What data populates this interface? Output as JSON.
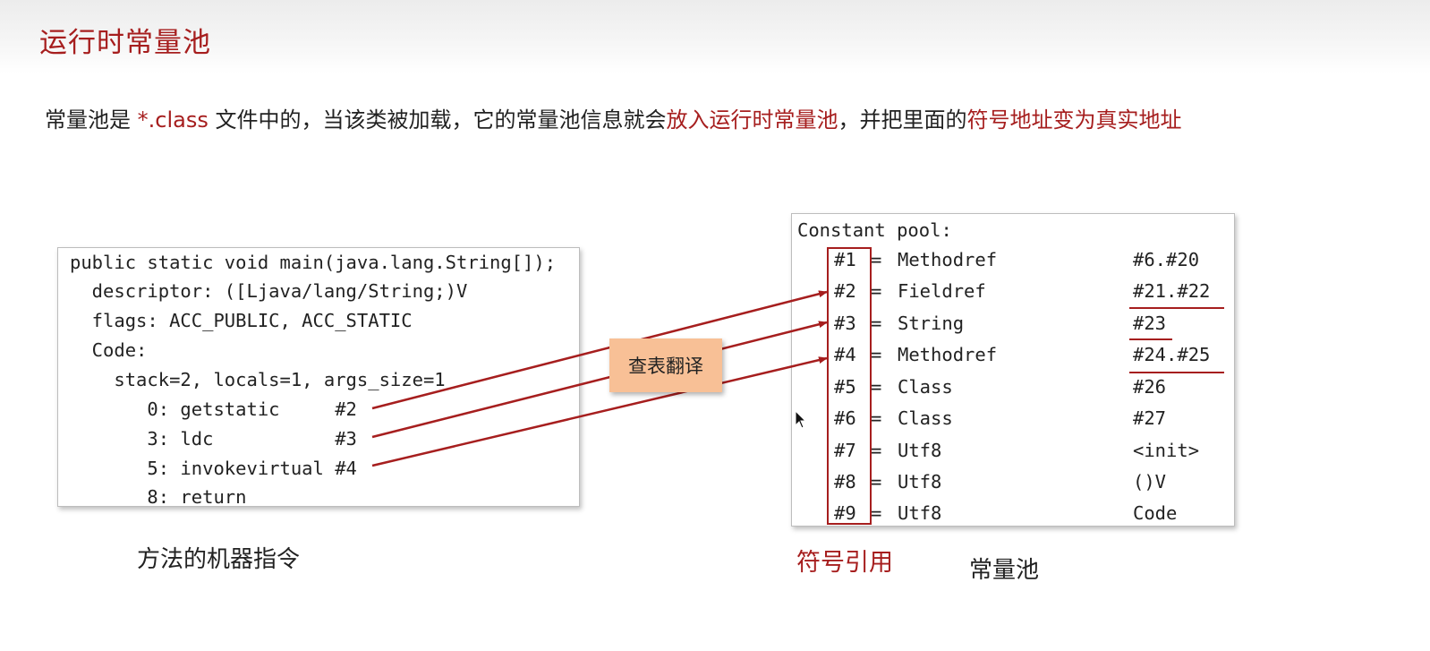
{
  "title": "运行时常量池",
  "intro": {
    "p1": "常量池是 ",
    "p2": "*.class",
    "p3": " 文件中的，当该类被加载，它的常量池信息就会",
    "p4": "放入运行时常量池",
    "p5": "，并把里面的",
    "p6": "符号地址变为真实地址"
  },
  "code": {
    "lines": [
      "public static void main(java.lang.String[]);",
      "  descriptor: ([Ljava/lang/String;)V",
      "  flags: ACC_PUBLIC, ACC_STATIC",
      "  Code:",
      "    stack=2, locals=1, args_size=1",
      "       0: getstatic     #2",
      "       3: ldc           #3",
      "       5: invokevirtual #4",
      "       8: return"
    ],
    "label": "方法的机器指令"
  },
  "lookup_label": "查表翻译",
  "pool": {
    "header": "Constant pool:",
    "rows": [
      {
        "idx": "#1",
        "eq": "=",
        "type": "Methodref",
        "val": "#6.#20"
      },
      {
        "idx": "#2",
        "eq": "=",
        "type": "Fieldref",
        "val": "#21.#22"
      },
      {
        "idx": "#3",
        "eq": "=",
        "type": "String",
        "val": "#23"
      },
      {
        "idx": "#4",
        "eq": "=",
        "type": "Methodref",
        "val": "#24.#25"
      },
      {
        "idx": "#5",
        "eq": "=",
        "type": "Class",
        "val": "#26"
      },
      {
        "idx": "#6",
        "eq": "=",
        "type": "Class",
        "val": "#27"
      },
      {
        "idx": "#7",
        "eq": "=",
        "type": "Utf8",
        "val": "<init>"
      },
      {
        "idx": "#8",
        "eq": "=",
        "type": "Utf8",
        "val": "()V"
      },
      {
        "idx": "#9",
        "eq": "=",
        "type": "Utf8",
        "val": "Code"
      }
    ],
    "symbol_label": "符号引用",
    "label": "常量池"
  },
  "colors": {
    "accent": "#a61e1e",
    "lookup_fill": "#f8c096"
  },
  "icons": {
    "cursor": "mouse-pointer-icon"
  }
}
